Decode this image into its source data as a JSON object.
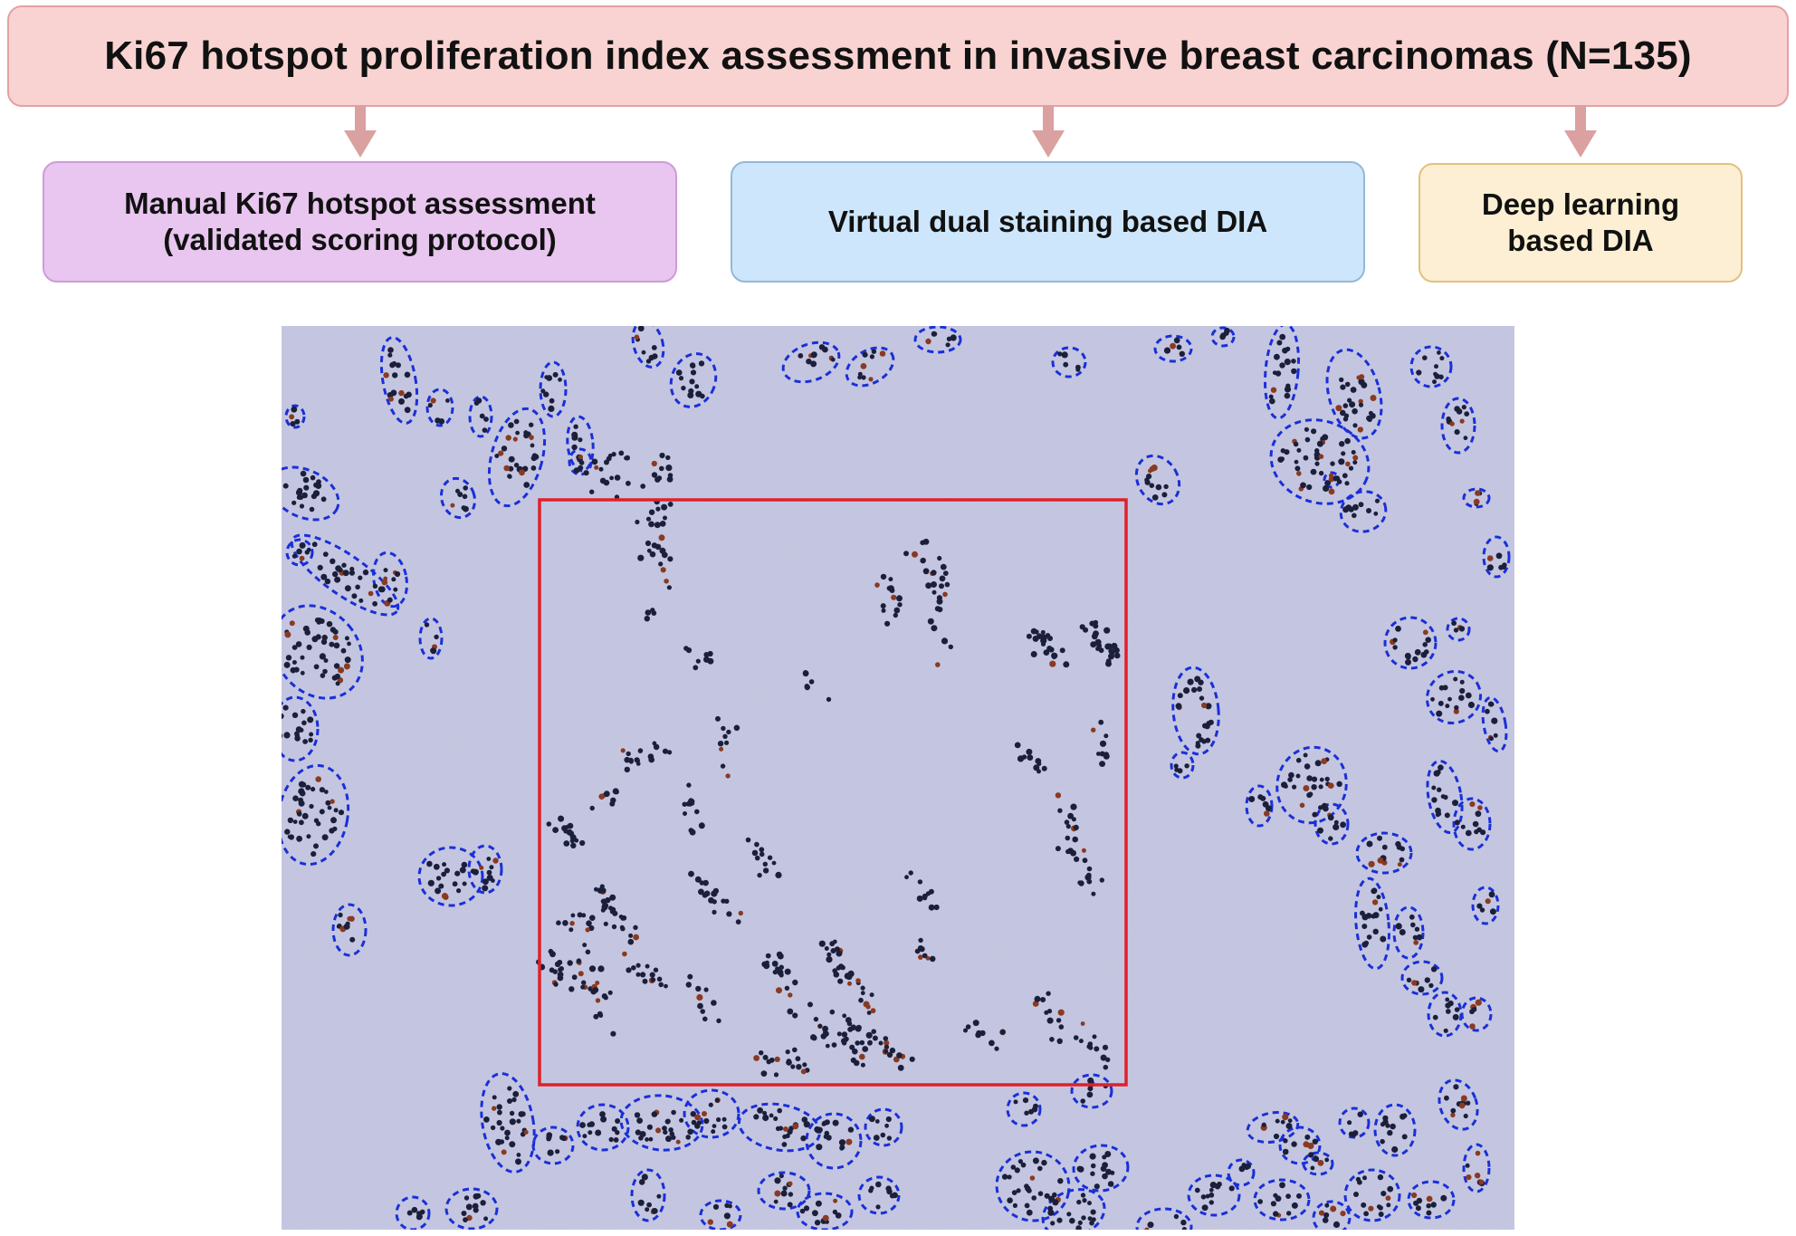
{
  "header": {
    "title": "Ki67 hotspot proliferation index assessment in invasive breast carcinomas (N=135)"
  },
  "methods": [
    {
      "label": "Manual Ki67 hotspot assessment\n(validated scoring protocol)"
    },
    {
      "label": "Virtual dual staining based DIA"
    },
    {
      "label": "Deep learning\nbased DIA"
    }
  ],
  "colors": {
    "title_fill": "#f9d3d2",
    "arrow": "#dba0a0",
    "manual_fill": "#e8c6ef",
    "virtual_fill": "#cde6fb",
    "deep_fill": "#fcefd3",
    "tissue_background": "#b9bcdb",
    "annotation_outline": "#1a2fd8",
    "hotspot_box": "#e0202a",
    "negative_nucleus": "#1b1f3a",
    "positive_nucleus": "#8a3a20"
  },
  "icons": [
    "down-arrow-icon",
    "down-arrow-icon",
    "down-arrow-icon"
  ]
}
